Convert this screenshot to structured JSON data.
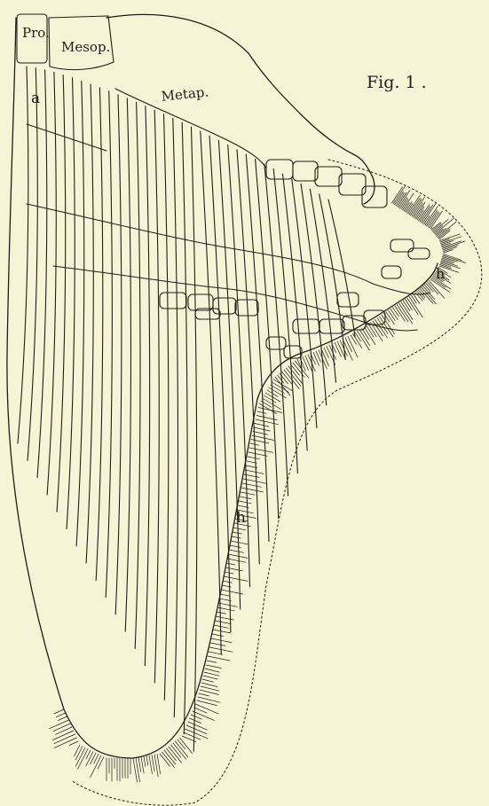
{
  "figure": {
    "title": "Fig. 1 ."
  },
  "labels": {
    "propterygium": "Pro.",
    "mesopterygium": "Mesop.",
    "metapterygium": "Metap.",
    "a": "a",
    "h_upper": "h",
    "h_lower": "h"
  },
  "colors": {
    "paper": "#f7f3d6",
    "ink": "#1f1e18"
  }
}
